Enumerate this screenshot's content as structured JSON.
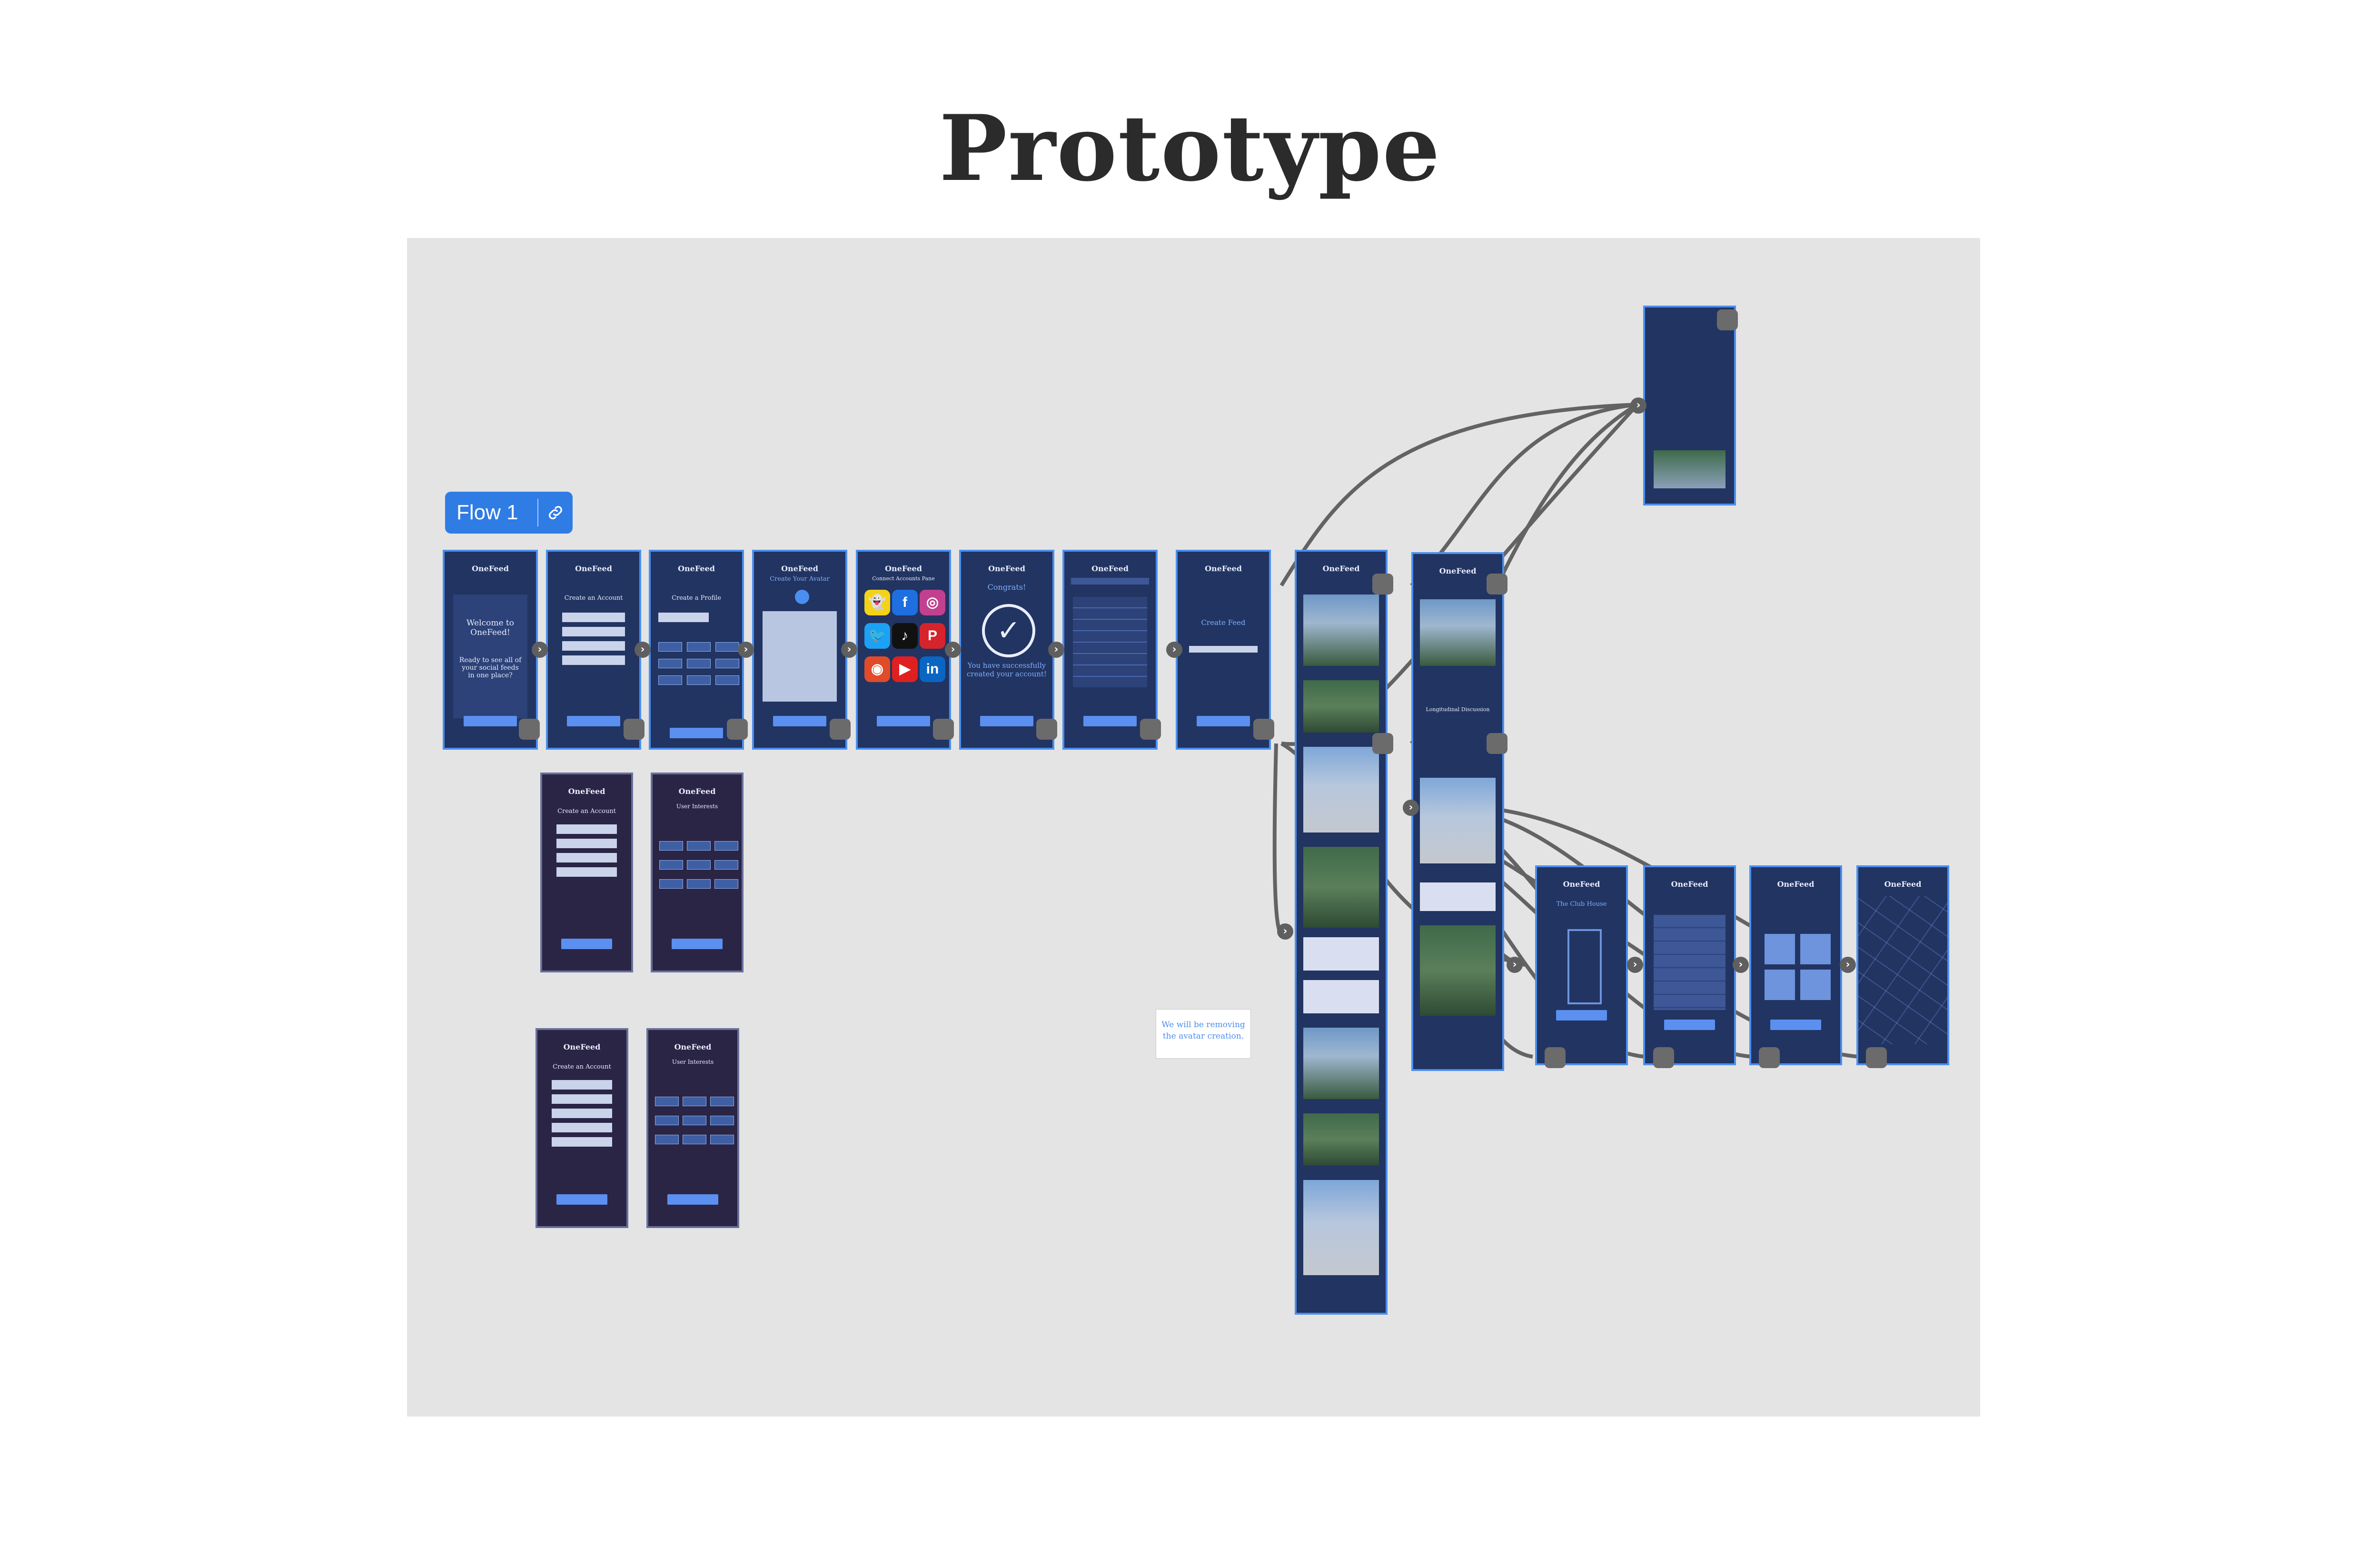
{
  "page": {
    "title": "Prototype"
  },
  "flow": {
    "label": "Flow 1",
    "link_icon": "link-icon",
    "accent": "#2f7ce5"
  },
  "note": {
    "text": "We will be removing the avatar creation."
  },
  "screens": {
    "app_name": "OneFeed",
    "welcome": "Welcome to OneFeed!",
    "tagline": "Ready to see all of your social feeds in one place?",
    "create_account": "Create an Account",
    "create_profile": "Create a Profile",
    "create_avatar": "Create Your Avatar",
    "connect_accounts": "Connect Accounts Pane",
    "congrats": "Congrats!",
    "success": "You have successfully created your account!",
    "create_feed": "Create Feed",
    "interests": "User Interests",
    "club_house": "The Club House",
    "post_title": "Longitudinal Discussion"
  },
  "colors": {
    "canvas": "#e4e4e4",
    "frame": "#223461",
    "frame_border": "#4a8ff0",
    "wire": "#636363",
    "button": "#5b8ff0"
  },
  "socials": [
    {
      "name": "snapchat-icon",
      "glyph": "👻",
      "color": "#f3d21a"
    },
    {
      "name": "facebook-icon",
      "glyph": "f",
      "color": "#1f6fe0"
    },
    {
      "name": "instagram-icon",
      "glyph": "◎",
      "color": "#c2408f"
    },
    {
      "name": "twitter-icon",
      "glyph": "🐦",
      "color": "#1da1f2"
    },
    {
      "name": "tiktok-icon",
      "glyph": "♪",
      "color": "#111111"
    },
    {
      "name": "pinterest-icon",
      "glyph": "P",
      "color": "#d6242c"
    },
    {
      "name": "reddit-icon",
      "glyph": "◉",
      "color": "#e14b2a"
    },
    {
      "name": "youtube-icon",
      "glyph": "▶",
      "color": "#e02020"
    },
    {
      "name": "linkedin-icon",
      "glyph": "in",
      "color": "#0a66c2"
    }
  ]
}
